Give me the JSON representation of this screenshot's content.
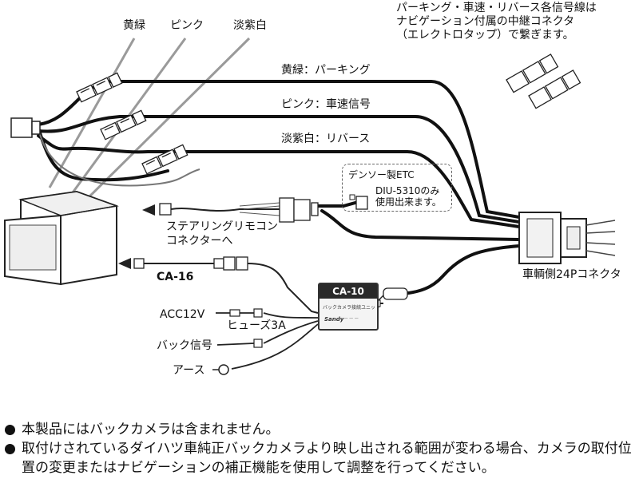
{
  "note": {
    "lines": [
      "パーキング・車速・リバース各信号線は",
      "ナビゲーション付属の中継コネクタ",
      "（エレクトロタップ）で繋ぎます。"
    ]
  },
  "wire_colors": {
    "yellow_green": "黄緑",
    "pink": "ピンク",
    "light_purple_white": "淡紫白"
  },
  "signals": {
    "parking": "黄緑：パーキング",
    "speed": "ピンク：車速信号",
    "reverse": "淡紫白：リバース"
  },
  "etc": {
    "title": "デンソー製ETC",
    "model": "DIU-5310のみ",
    "usable": "使用出来ます。"
  },
  "steering": {
    "line1": "ステアリングリモコン",
    "line2": "コネクターへ"
  },
  "ca16": "CA-16",
  "vehicle_connector": "車輌側24Pコネクタ",
  "ca10": {
    "title": "CA-10",
    "subtitle": "バックカメラ接続ユニット",
    "brand": "Sandy"
  },
  "leads": {
    "acc": "ACC12V",
    "fuse": "ヒューズ3A",
    "back_signal": "バック信号",
    "ground": "アース"
  },
  "footer": {
    "items": [
      "本製品にはバックカメラは含まれません。",
      "取付けされているダイハツ車純正バックカメラより映し出される範囲が変わる場合、カメラの取付位置の変更またはナビゲーションの補正機能を使用して調整を行ってください。"
    ]
  }
}
